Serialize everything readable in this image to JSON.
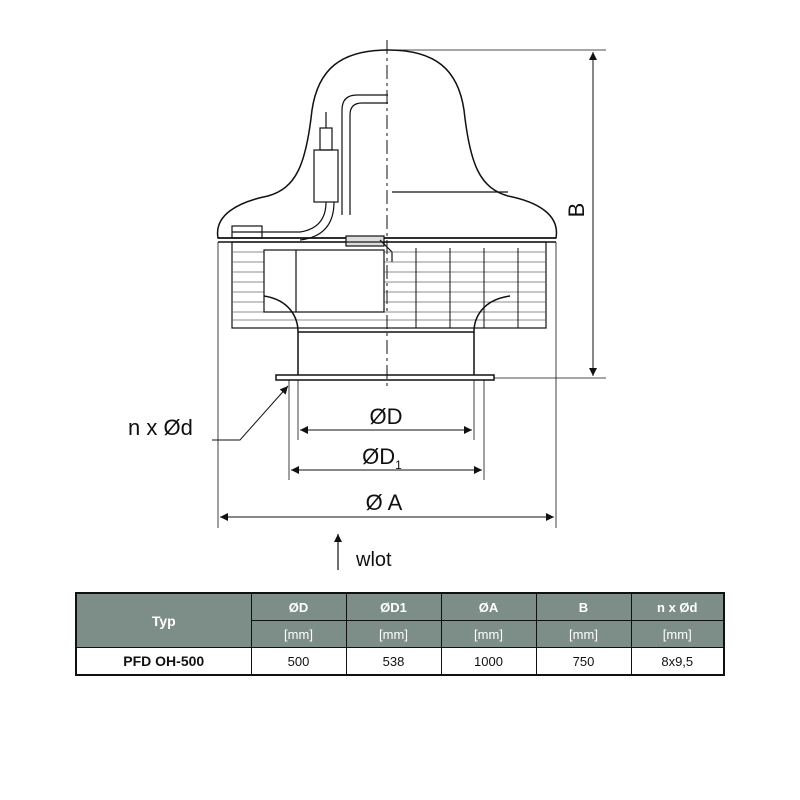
{
  "drawing": {
    "dim_B": "B",
    "dim_D": "ØD",
    "dim_D1_main": "ØD",
    "dim_D1_sub": "1",
    "dim_A": "Ø A",
    "holes": "n x Ød",
    "inlet": "wlot"
  },
  "table": {
    "typ_header": "Typ",
    "columns": [
      {
        "label": "ØD",
        "unit": "[mm]",
        "value": "500"
      },
      {
        "label": "ØD1",
        "unit": "[mm]",
        "value": "538"
      },
      {
        "label": "ØA",
        "unit": "[mm]",
        "value": "1000"
      },
      {
        "label": "B",
        "unit": "[mm]",
        "value": "750"
      },
      {
        "label": "n x Ød",
        "unit": "[mm]",
        "value": "8x9,5"
      }
    ],
    "model": "PFD OH-500"
  },
  "colors": {
    "header_bg": "#7d8d87",
    "header_text": "#ffffff",
    "line": "#111111"
  }
}
